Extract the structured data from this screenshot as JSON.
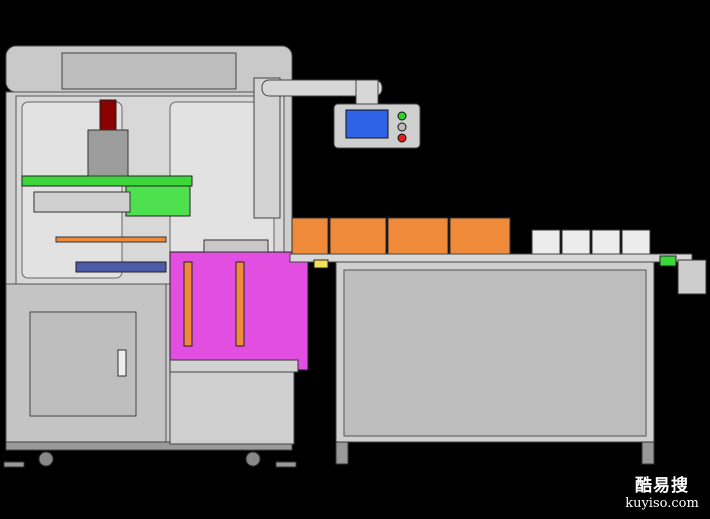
{
  "image": {
    "kind": "machine-schematic",
    "background_color": "#000000"
  },
  "colors": {
    "frame": "#c8c8c8",
    "panel": "#bdbdbd",
    "magenta": "#e24fe0",
    "orange": "#f08a3b",
    "green": "#3ad63a",
    "screen": "#2f63e6",
    "dark_red": "#8b0000"
  },
  "watermark": {
    "brand": "酷易搜",
    "url": "kuyiso.com"
  }
}
